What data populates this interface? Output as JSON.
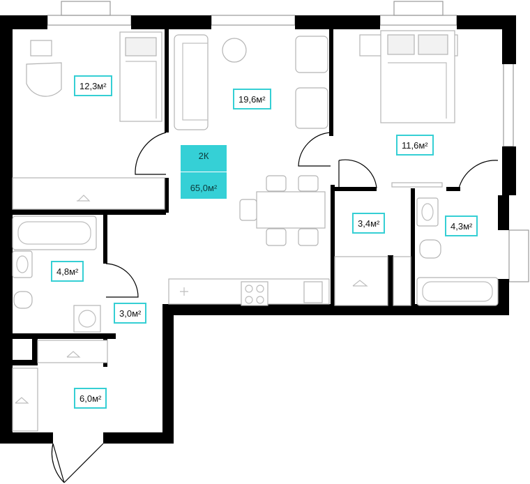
{
  "apartment": {
    "type_label": "2К",
    "total_area": "65,0м²"
  },
  "rooms": [
    {
      "id": "bedroom-left",
      "area": "12,3м²"
    },
    {
      "id": "living-room",
      "area": "19,6м²"
    },
    {
      "id": "bedroom-right",
      "area": "11,6м²"
    },
    {
      "id": "bathroom-left",
      "area": "4,8м²"
    },
    {
      "id": "laundry",
      "area": "3,0м²"
    },
    {
      "id": "hallway",
      "area": "6,0м²"
    },
    {
      "id": "wardrobe",
      "area": "3,4м²"
    },
    {
      "id": "bathroom-right",
      "area": "4,3м²"
    }
  ],
  "colors": {
    "accent": "#35d0d6",
    "walls": "#000000",
    "furniture": "#b4b4b4"
  }
}
